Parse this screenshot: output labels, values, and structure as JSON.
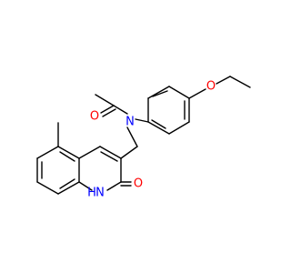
{
  "colors": {
    "bond": "#000000",
    "oxygen": "#ff0000",
    "nitrogen": "#0000ff",
    "background": "#ffffff"
  },
  "labels": {
    "ether_oxygen": "O",
    "carbonyl_oxygen_acetyl": "O",
    "amide_nitrogen": "N",
    "lactam_oxygen": "O",
    "lactam_nh": "H",
    "lactam_n": "N"
  }
}
